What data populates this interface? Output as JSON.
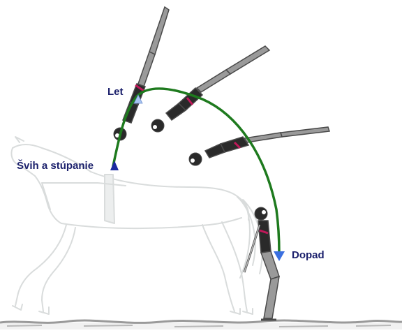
{
  "labels": {
    "swing": "Švih a stúpanie",
    "flight": "Let",
    "landing": "Dopad"
  },
  "colors": {
    "trajectory": "#1e7a1e",
    "label": "#1a1f6b",
    "horse_outline": "#d9dcdc",
    "limb_fill": "#9a9a9a",
    "limb_stroke": "#4a4a4a",
    "body_fill": "#2a2a2a",
    "accent": "#c0185a",
    "arrow_dark": "#1b2aa0",
    "arrow_light": "#a8c4f0",
    "arrow_blue": "#3a6fe0",
    "ground": "#9a9a9a"
  },
  "icons": {
    "horse": "horse-outline",
    "vaulter": "vaulter-figure",
    "trajectory": "flight-arc"
  }
}
